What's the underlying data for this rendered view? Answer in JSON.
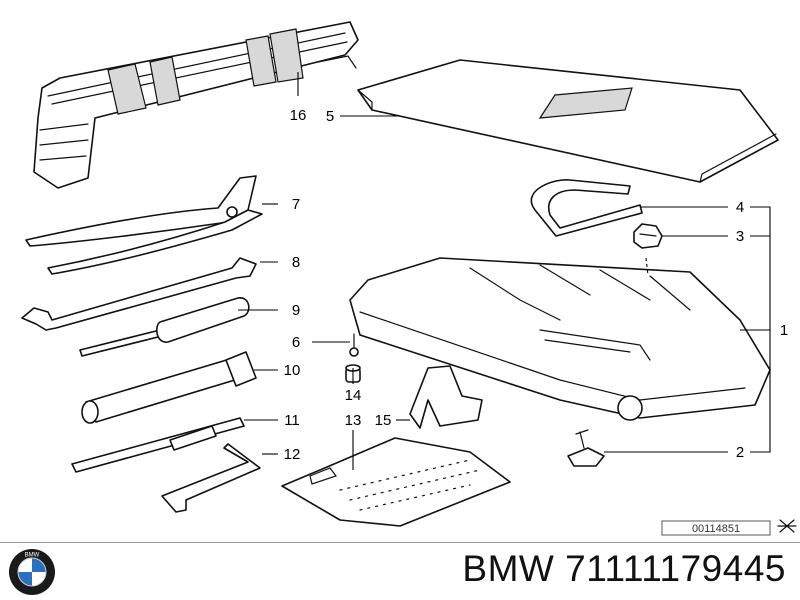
{
  "diagram": {
    "drawing_number": "00114851",
    "callouts": {
      "c1": "1",
      "c2": "2",
      "c3": "3",
      "c4": "4",
      "c5": "5",
      "c6": "6",
      "c7": "7",
      "c8": "8",
      "c9": "9",
      "c10": "10",
      "c11": "11",
      "c12": "12",
      "c13": "13",
      "c14": "14",
      "c15": "15",
      "c16": "16"
    }
  },
  "footer": {
    "title": "BMW 71111179445",
    "logo_text": "BMW"
  },
  "colors": {
    "line": "#111111",
    "background": "#ffffff",
    "logo_blue": "#2a6fc0"
  }
}
